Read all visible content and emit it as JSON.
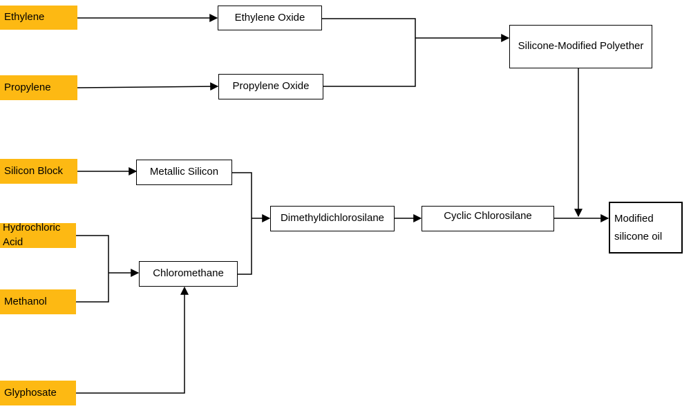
{
  "raw_materials": {
    "ethylene": "Ethylene",
    "propylene": "Propylene",
    "silicon_block": "Silicon Block",
    "hydrochloric_acid": "Hydrochloric\nAcid",
    "methanol": "Methanol",
    "glyphosate": "Glyphosate"
  },
  "intermediates": {
    "ethylene_oxide": "Ethylene Oxide",
    "propylene_oxide": "Propylene Oxide",
    "silicone_modified_polyether": "Silicone-Modified Polyether",
    "metallic_silicon": "Metallic Silicon",
    "chloromethane": "Chloromethane",
    "dimethyldichlorosilane": "Dimethyldichlorosilane",
    "cyclic_chlorosilane": "Cyclic Chlorosilane"
  },
  "product": {
    "modified_silicone_oil": "Modified\nsilicone oil"
  },
  "colors": {
    "raw_fill": "#fdb913",
    "box_border": "#000000",
    "line": "#000000"
  }
}
